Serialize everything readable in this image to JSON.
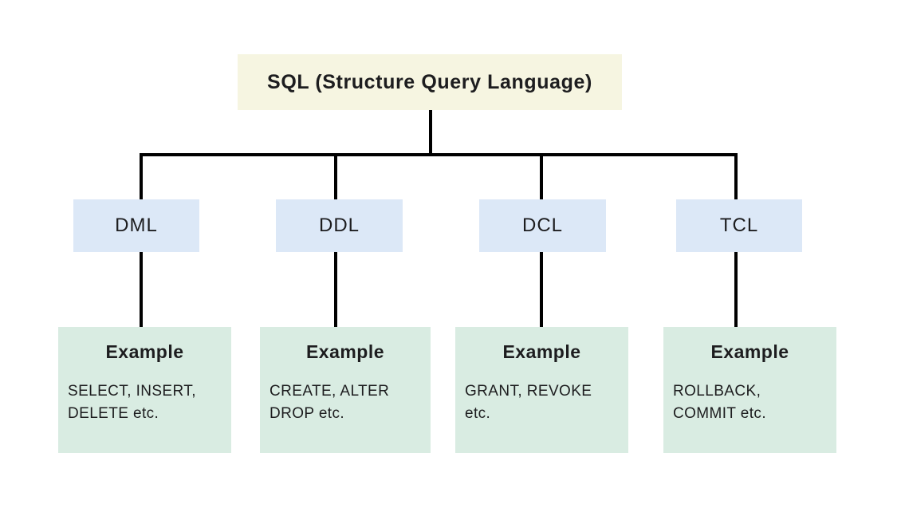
{
  "diagram": {
    "title_node": {
      "label": "SQL (Structure Query Language)"
    },
    "categories": [
      {
        "label": "DML",
        "example_title": "Example",
        "example_body": "SELECT, INSERT,\nDELETE etc."
      },
      {
        "label": "DDL",
        "example_title": "Example",
        "example_body": "CREATE, ALTER\nDROP etc."
      },
      {
        "label": "DCL",
        "example_title": "Example",
        "example_body": "GRANT, REVOKE\netc."
      },
      {
        "label": "TCL",
        "example_title": "Example",
        "example_body": "ROLLBACK,\nCOMMIT etc."
      }
    ],
    "colors": {
      "root-bg": "#f6f5e1",
      "category-bg": "#dce8f7",
      "example-bg": "#d9ece2",
      "line-color": "#000000",
      "text-color": "#1d1d1f"
    }
  }
}
